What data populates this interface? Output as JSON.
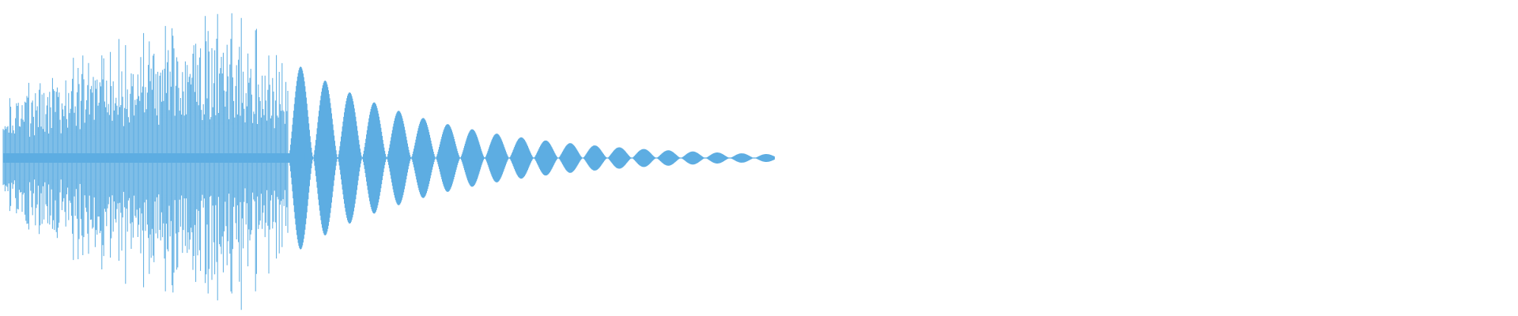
{
  "waveform": {
    "color": "#5DADE2",
    "background": "#FFFFFF",
    "shape": "decaying-oscillation",
    "noisy_segment_fraction": 0.37,
    "total_signal_fraction": 1.0
  }
}
